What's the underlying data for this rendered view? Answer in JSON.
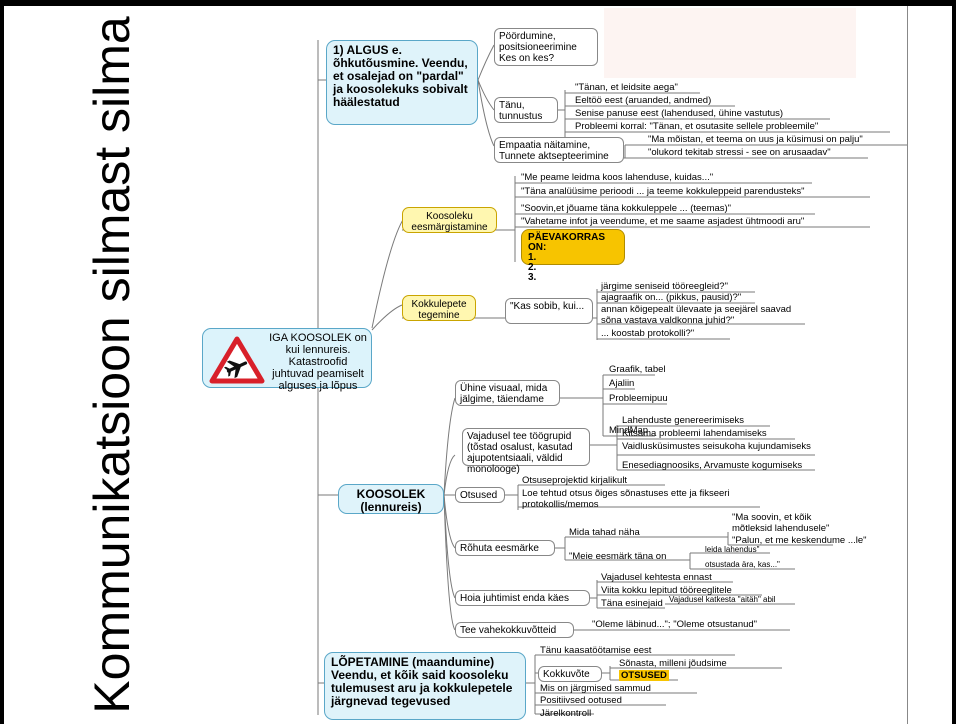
{
  "slide": {
    "title": "Kommunikatsioon silmast silma"
  },
  "center_node": {
    "text": "IGA KOOSOLEK on kui lennureis. Katastroofid juhtuvad peamiselt alguses ja lõpus",
    "icon": "airplane-warning-sign-icon"
  },
  "algus": {
    "title": "1) ALGUS e. õhkutõusmine. Veendu, et osalejad on \"pardal\" ja koosolekuks sobivalt häälestatud",
    "pos": {
      "text": "Pöördumine, positsioneerimine Kes on kes?"
    },
    "tanu": {
      "label": "Tänu, tunnustus",
      "items": [
        "\"Tänan, et leidsite aega\"",
        "Eeltöö eest (aruanded, andmed)",
        "Senise panuse eest (lahendused, ühine vastutus)",
        "Probleemi korral: \"Tänan, et osutasite sellele probleemile\""
      ]
    },
    "empaatia": {
      "label": "Empaatia näitamine, Tunnete aktsepteerimine",
      "items": [
        "\"Ma mõistan, et teema on uus ja küsimusi on palju\"",
        "\"olukord tekitab stressi - see on arusaadav\""
      ]
    }
  },
  "eesmark": {
    "label": "Koosoleku eesmärgistamine",
    "items": [
      "\"Me peame leidma koos lahenduse, kuidas...\"",
      "\"Täna analüüsime perioodi ... ja teeme kokkuleppeid parendusteks\"",
      "\"Soovin,et jõuame täna kokkuleppele ... (teemas)\"",
      "\"Vahetame infot ja veendume, et me saame asjadest ühtmoodi aru\""
    ],
    "agenda": {
      "title": "PÄEVAKORRAS ON:",
      "items": [
        "1.",
        "2.",
        "3."
      ]
    }
  },
  "kokkulepe": {
    "label": "Kokkulepete tegemine",
    "sub": "\"Kas sobib, kui...",
    "items": [
      "järgime seniseid tööreegleid?\"",
      "ajagraafik on... (pikkus, pausid)?\"",
      "annan kõigepealt ülevaate ja seejärel saavad sõna vastava valdkonna juhid?\"",
      "... koostab protokolli?\""
    ]
  },
  "koosolek": {
    "title": "KOOSOLEK (lennureis)",
    "visuaal": {
      "label": "Ühine visuaal, mida jälgime, täiendame",
      "items": [
        "Graafik, tabel",
        "Ajaliin",
        "Probleemipuu",
        "MindMap"
      ]
    },
    "toogrupid": {
      "label": "Vajadusel tee töögrupid (tõstad osalust, kasutad ajupotentsiaali, väldid monolooge)",
      "items": [
        "Lahenduste genereerimiseks",
        "Kitsama probleemi lahendamiseks",
        "Vaidlusküsimustes seisukoha kujundamiseks",
        "Enesediagnoosiks, Arvamuste kogumiseks"
      ]
    },
    "otsused": {
      "label": "Otsused",
      "items": [
        "Otsuseprojektid kirjalikult",
        "Loe tehtud otsus õiges sõnastuses ette ja fikseeri protokollis/memos"
      ]
    },
    "rohuta": {
      "label": "Rõhuta eesmärke",
      "mida": "Mida tahad näha",
      "mida_items": [
        "\"Ma soovin, et kõik mõtleksid lahendusele\"",
        "\"Palun, et me keskendume ...le\""
      ],
      "meie": "\"Meie eesmärk täna on",
      "meie_items": [
        "leida lahendus\"",
        "otsustada ära, kas...\""
      ]
    },
    "hoia": {
      "label": "Hoia juhtimist enda käes",
      "items": [
        "Vajadusel kehtesta ennast",
        "Viita kokku lepitud tööreeglitele"
      ],
      "esinejaid": "Täna esinejaid",
      "aitah": "Vajadusel katkesta \"aitäh\" abil"
    },
    "vahe": {
      "label": "Tee vahekokkuvõtteid",
      "item": "\"Oleme läbinud...\"; \"Oleme otsustanud\""
    }
  },
  "lopetamine": {
    "title": "LÕPETAMINE (maandumine) Veendu, et kõik said koosoleku tulemusest aru ja kokkulepetele järgnevad tegevused",
    "tanu": "Tänu kaasatöötamise eest",
    "kokkuvote": "Kokkuvõte",
    "kokku_items": [
      "Sõnasta, milleni jõudsime",
      "OTSUSED"
    ],
    "items": [
      "Mis on järgmised sammud",
      "Positiivsed ootused",
      "Järelkontroll"
    ]
  },
  "colors": {
    "main_fill": "#dff3fa",
    "yellow_fill": "#fff7b0",
    "agenda_fill": "#f7c400",
    "warning_red": "#d8202a"
  }
}
